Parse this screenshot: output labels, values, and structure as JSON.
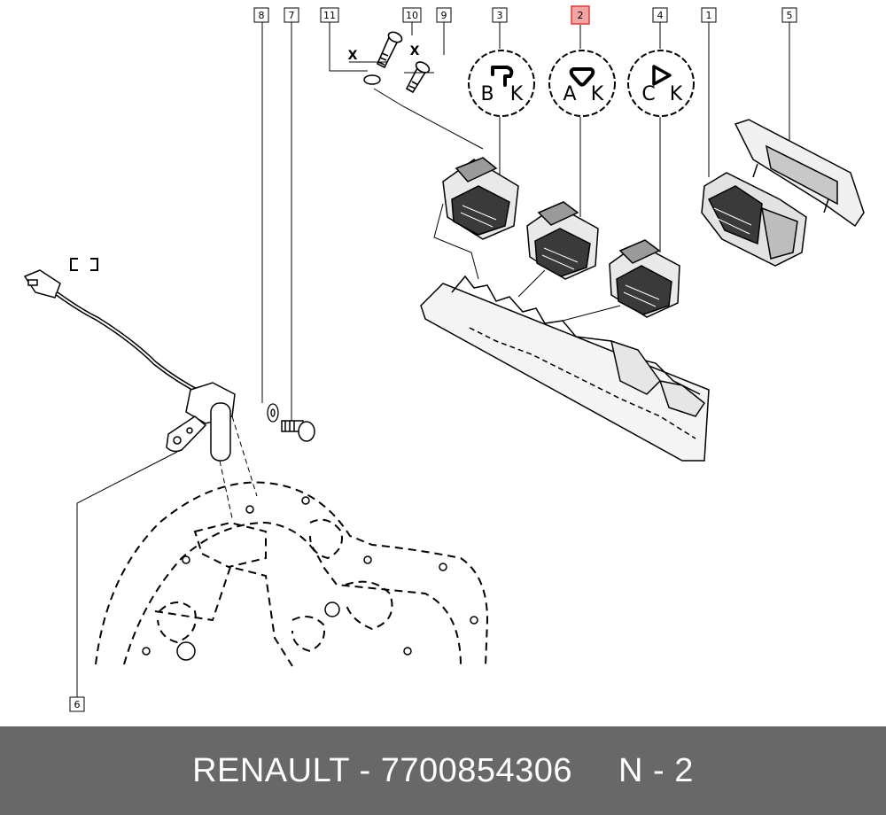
{
  "callouts": [
    {
      "num": "8"
    },
    {
      "num": "7"
    },
    {
      "num": "11"
    },
    {
      "num": "10"
    },
    {
      "num": "9"
    },
    {
      "num": "3"
    },
    {
      "num": "2",
      "highlighted": true
    },
    {
      "num": "4"
    },
    {
      "num": "1"
    },
    {
      "num": "5"
    },
    {
      "num": "6"
    }
  ],
  "coil_markers": {
    "left": {
      "top_symbol": "hook-shape",
      "letters": [
        "B",
        "K"
      ]
    },
    "middle": {
      "top_symbol": "triangle-rounded",
      "letters": [
        "A",
        "K"
      ]
    },
    "right": {
      "top_symbol": "triangle-outline",
      "letters": [
        "C",
        "K"
      ]
    }
  },
  "dimension_letters": [
    "X",
    "X"
  ],
  "footer": {
    "brand_part": "RENAULT - 7700854306",
    "ref": "N - 2"
  },
  "colors": {
    "highlight_fill": "#f2a3a3",
    "highlight_border": "#e03a3a",
    "footer_bg": "#686868",
    "footer_text": "#ffffff"
  }
}
